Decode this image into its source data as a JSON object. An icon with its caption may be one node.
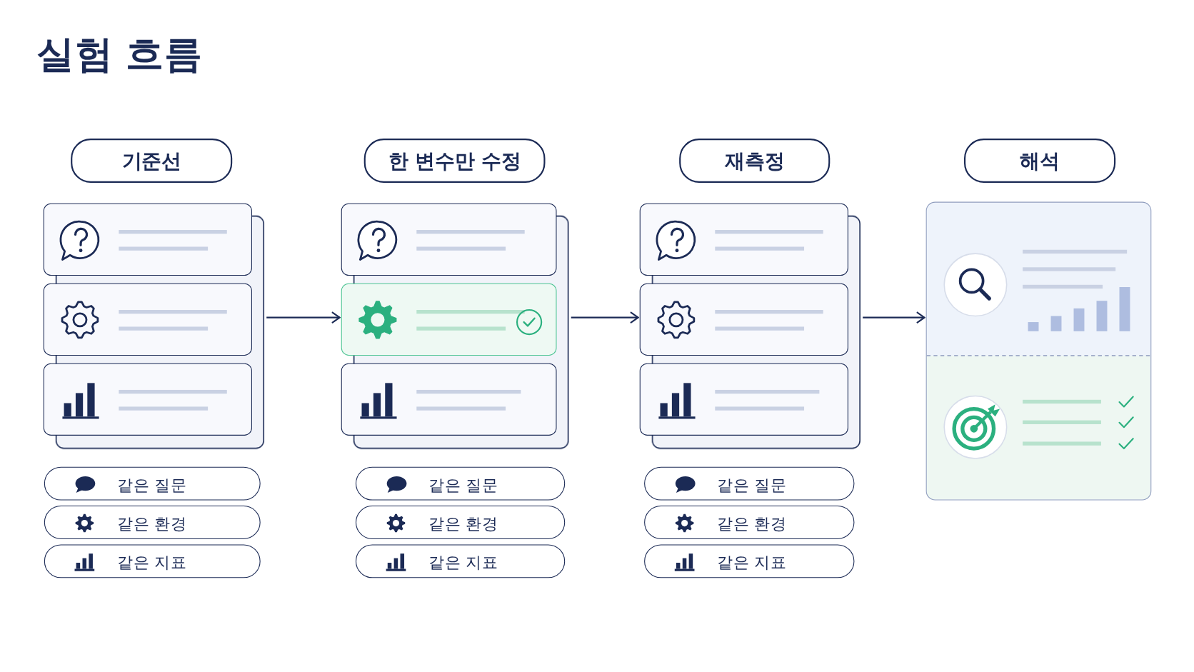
{
  "diagram": {
    "title": "실험 흐름",
    "nodes": [
      {
        "text": [
          "기준선"
        ]
      },
      {
        "text": [],
        "shape": "box"
      },
      {
        "text": [],
        "shape": "box",
        "in": 1
      },
      {
        "text": [],
        "shape": "box",
        "in": 1
      },
      {
        "text": [],
        "shape": "box",
        "in": 1
      },
      {
        "text": [
          "같은 질문"
        ]
      },
      {
        "text": [
          "같은 환경"
        ]
      },
      {
        "text": [
          "같은 지표"
        ]
      },
      {
        "text": [
          "한 변수만 수정"
        ]
      },
      {
        "text": [],
        "shape": "box"
      },
      {
        "text": [],
        "shape": "box",
        "in": 9
      },
      {
        "text": [],
        "shape": "box",
        "in": 9
      },
      {
        "text": [],
        "shape": "box",
        "in": 9
      },
      {
        "text": [
          "같은 질문"
        ]
      },
      {
        "text": [
          "같은 환경"
        ]
      },
      {
        "text": [
          "같은 지표"
        ]
      },
      {
        "text": [
          "재측정"
        ]
      },
      {
        "text": [],
        "shape": "box"
      },
      {
        "text": [],
        "shape": "box",
        "in": 17
      },
      {
        "text": [],
        "shape": "box",
        "in": 17
      },
      {
        "text": [],
        "shape": "box",
        "in": 17
      },
      {
        "text": [
          "같은 질문"
        ]
      },
      {
        "text": [
          "같은 환경"
        ]
      },
      {
        "text": [
          "같은 지표"
        ]
      },
      {
        "text": [
          "해석"
        ]
      },
      {
        "text": [],
        "shape": "box"
      }
    ],
    "edges": [
      {
        "from": 1,
        "to": 9,
        "arrow": "to"
      },
      {
        "from": 9,
        "to": 17,
        "arrow": "to"
      },
      {
        "from": 17,
        "to": 25,
        "arrow": "to"
      }
    ]
  }
}
